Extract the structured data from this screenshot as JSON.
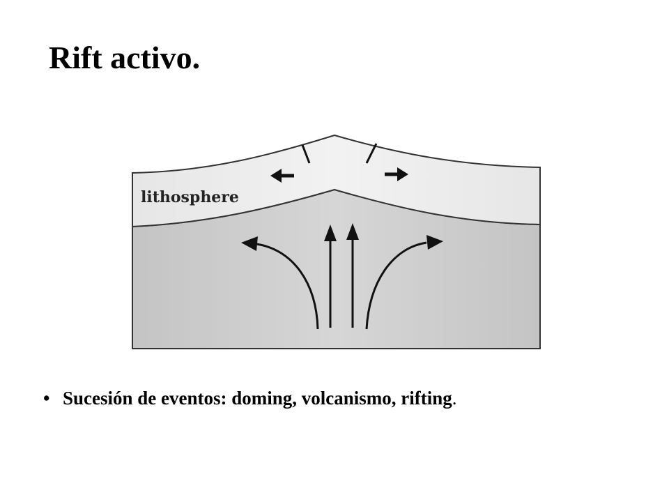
{
  "slide": {
    "title": "Rift activo."
  },
  "diagram": {
    "layer_label": "lithosphere",
    "colors": {
      "lithosphere_fill": "#ececec",
      "mantle_fill": "#c9c9c9",
      "outline": "#333333",
      "arrow": "#111111"
    }
  },
  "bullet": {
    "symbol": "•",
    "text": "Sucesión de eventos: doming, volcanismo, rifting",
    "end": "."
  }
}
